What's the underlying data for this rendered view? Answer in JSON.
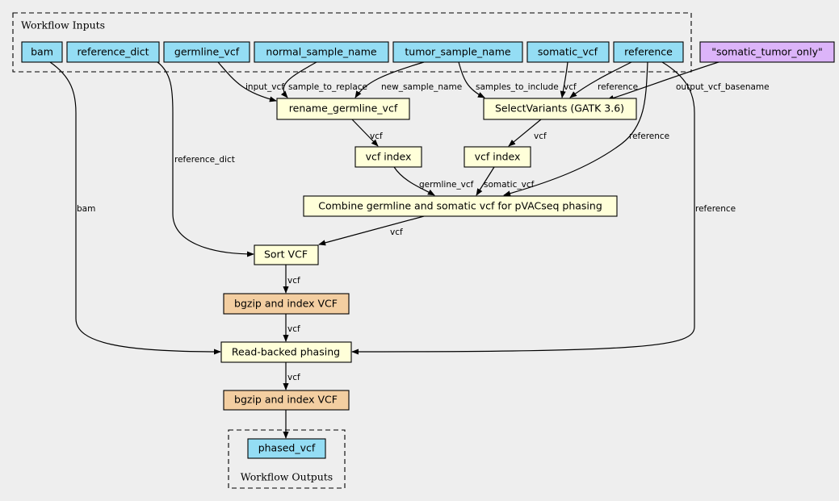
{
  "colors": {
    "background": "#eeeeee",
    "input_fill": "#94ddf4",
    "step_fill": "#ffffd9",
    "compress_fill": "#f3cea1",
    "constant_fill": "#dcb4f9"
  },
  "clusters": {
    "inputs": "Workflow Inputs",
    "outputs": "Workflow Outputs"
  },
  "nodes": {
    "bam": "bam",
    "reference_dict": "reference_dict",
    "germline_vcf": "germline_vcf",
    "normal_sample_name": "normal_sample_name",
    "tumor_sample_name": "tumor_sample_name",
    "somatic_vcf": "somatic_vcf",
    "reference": "reference",
    "somatic_tumor_only": "\"somatic_tumor_only\"",
    "rename_germline_vcf": "rename_germline_vcf",
    "select_variants": "SelectVariants (GATK 3.6)",
    "vcf_index_germline": "vcf index",
    "vcf_index_somatic": "vcf index",
    "combine": "Combine germline and somatic vcf for pVACseq phasing",
    "sort_vcf": "Sort VCF",
    "bgzip_1": "bgzip and index VCF",
    "read_backed_phasing": "Read-backed phasing",
    "bgzip_2": "bgzip and index VCF",
    "phased_vcf": "phased_vcf"
  },
  "edge_labels": {
    "input_vcf": "input_vcf",
    "sample_to_replace": "sample_to_replace",
    "new_sample_name": "new_sample_name",
    "samples_to_include": "samples_to_include",
    "sv_vcf": "vcf",
    "sv_reference": "reference",
    "output_vcf_basename": "output_vcf_basename",
    "rename_to_index": "vcf",
    "sv_to_index": "vcf",
    "combine_reference": "reference",
    "reference_dict": "reference_dict",
    "germline_vcf": "germline_vcf",
    "somatic_vcf": "somatic_vcf",
    "bam": "bam",
    "phasing_reference": "reference",
    "combine_to_sort": "vcf",
    "sort_to_bgzip": "vcf",
    "bgzip_to_phasing": "vcf",
    "phasing_to_bgzip": "vcf"
  }
}
